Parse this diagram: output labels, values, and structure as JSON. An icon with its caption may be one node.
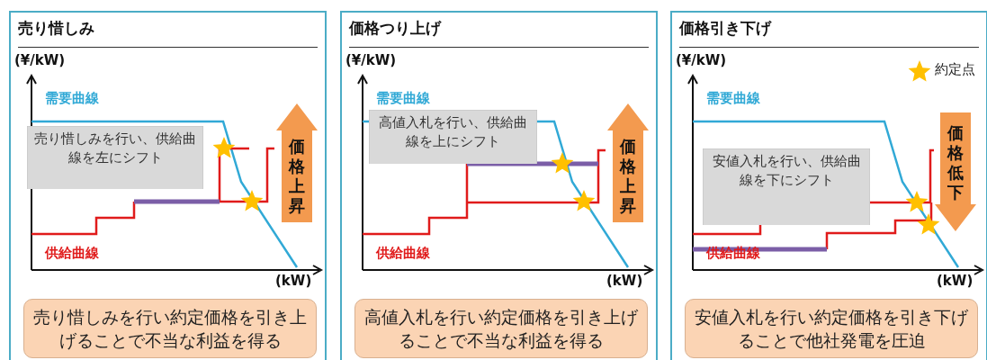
{
  "diagram": {
    "nodes": [
      {
        "text": [
          "売り惜しみ"
        ]
      },
      {
        "text": [
          "売り惜しみを行い、供給曲線を左にシフト"
        ],
        "in": 0
      },
      {
        "text": [
          "価格上昇"
        ],
        "in": 0
      },
      {
        "text": [
          "売り惜しみを行い約定価格を引き上げることで不当な利益を得る"
        ],
        "in": 0
      },
      {
        "text": [
          "価格つり上げ"
        ]
      },
      {
        "text": [
          "高値入札を行い、供給曲線を上にシフト"
        ],
        "in": 4
      },
      {
        "text": [
          "価格上昇"
        ],
        "in": 4
      },
      {
        "text": [
          "高値入札を行い約定価格を引き上げることで不当な利益を得る"
        ],
        "in": 4
      },
      {
        "text": [
          "価格引き下げ"
        ]
      },
      {
        "text": [
          "安値入札を行い、供給曲線を下にシフト"
        ],
        "in": 8
      },
      {
        "text": [
          "価格低下"
        ],
        "in": 8
      },
      {
        "text": [
          "安値入札を行い約定価格を引き下げることで他社発電を圧迫"
        ],
        "in": 8
      }
    ],
    "labels": [
      "(¥/kW)",
      "需要曲線",
      "供給曲線",
      "(kW)",
      "(¥/kW)",
      "需要曲線",
      "供給曲線",
      "(kW)",
      "(¥/kW)",
      "需要曲線",
      "供給曲線",
      "(kW)"
    ],
    "legend": [
      {
        "text": "約定点"
      }
    ]
  }
}
